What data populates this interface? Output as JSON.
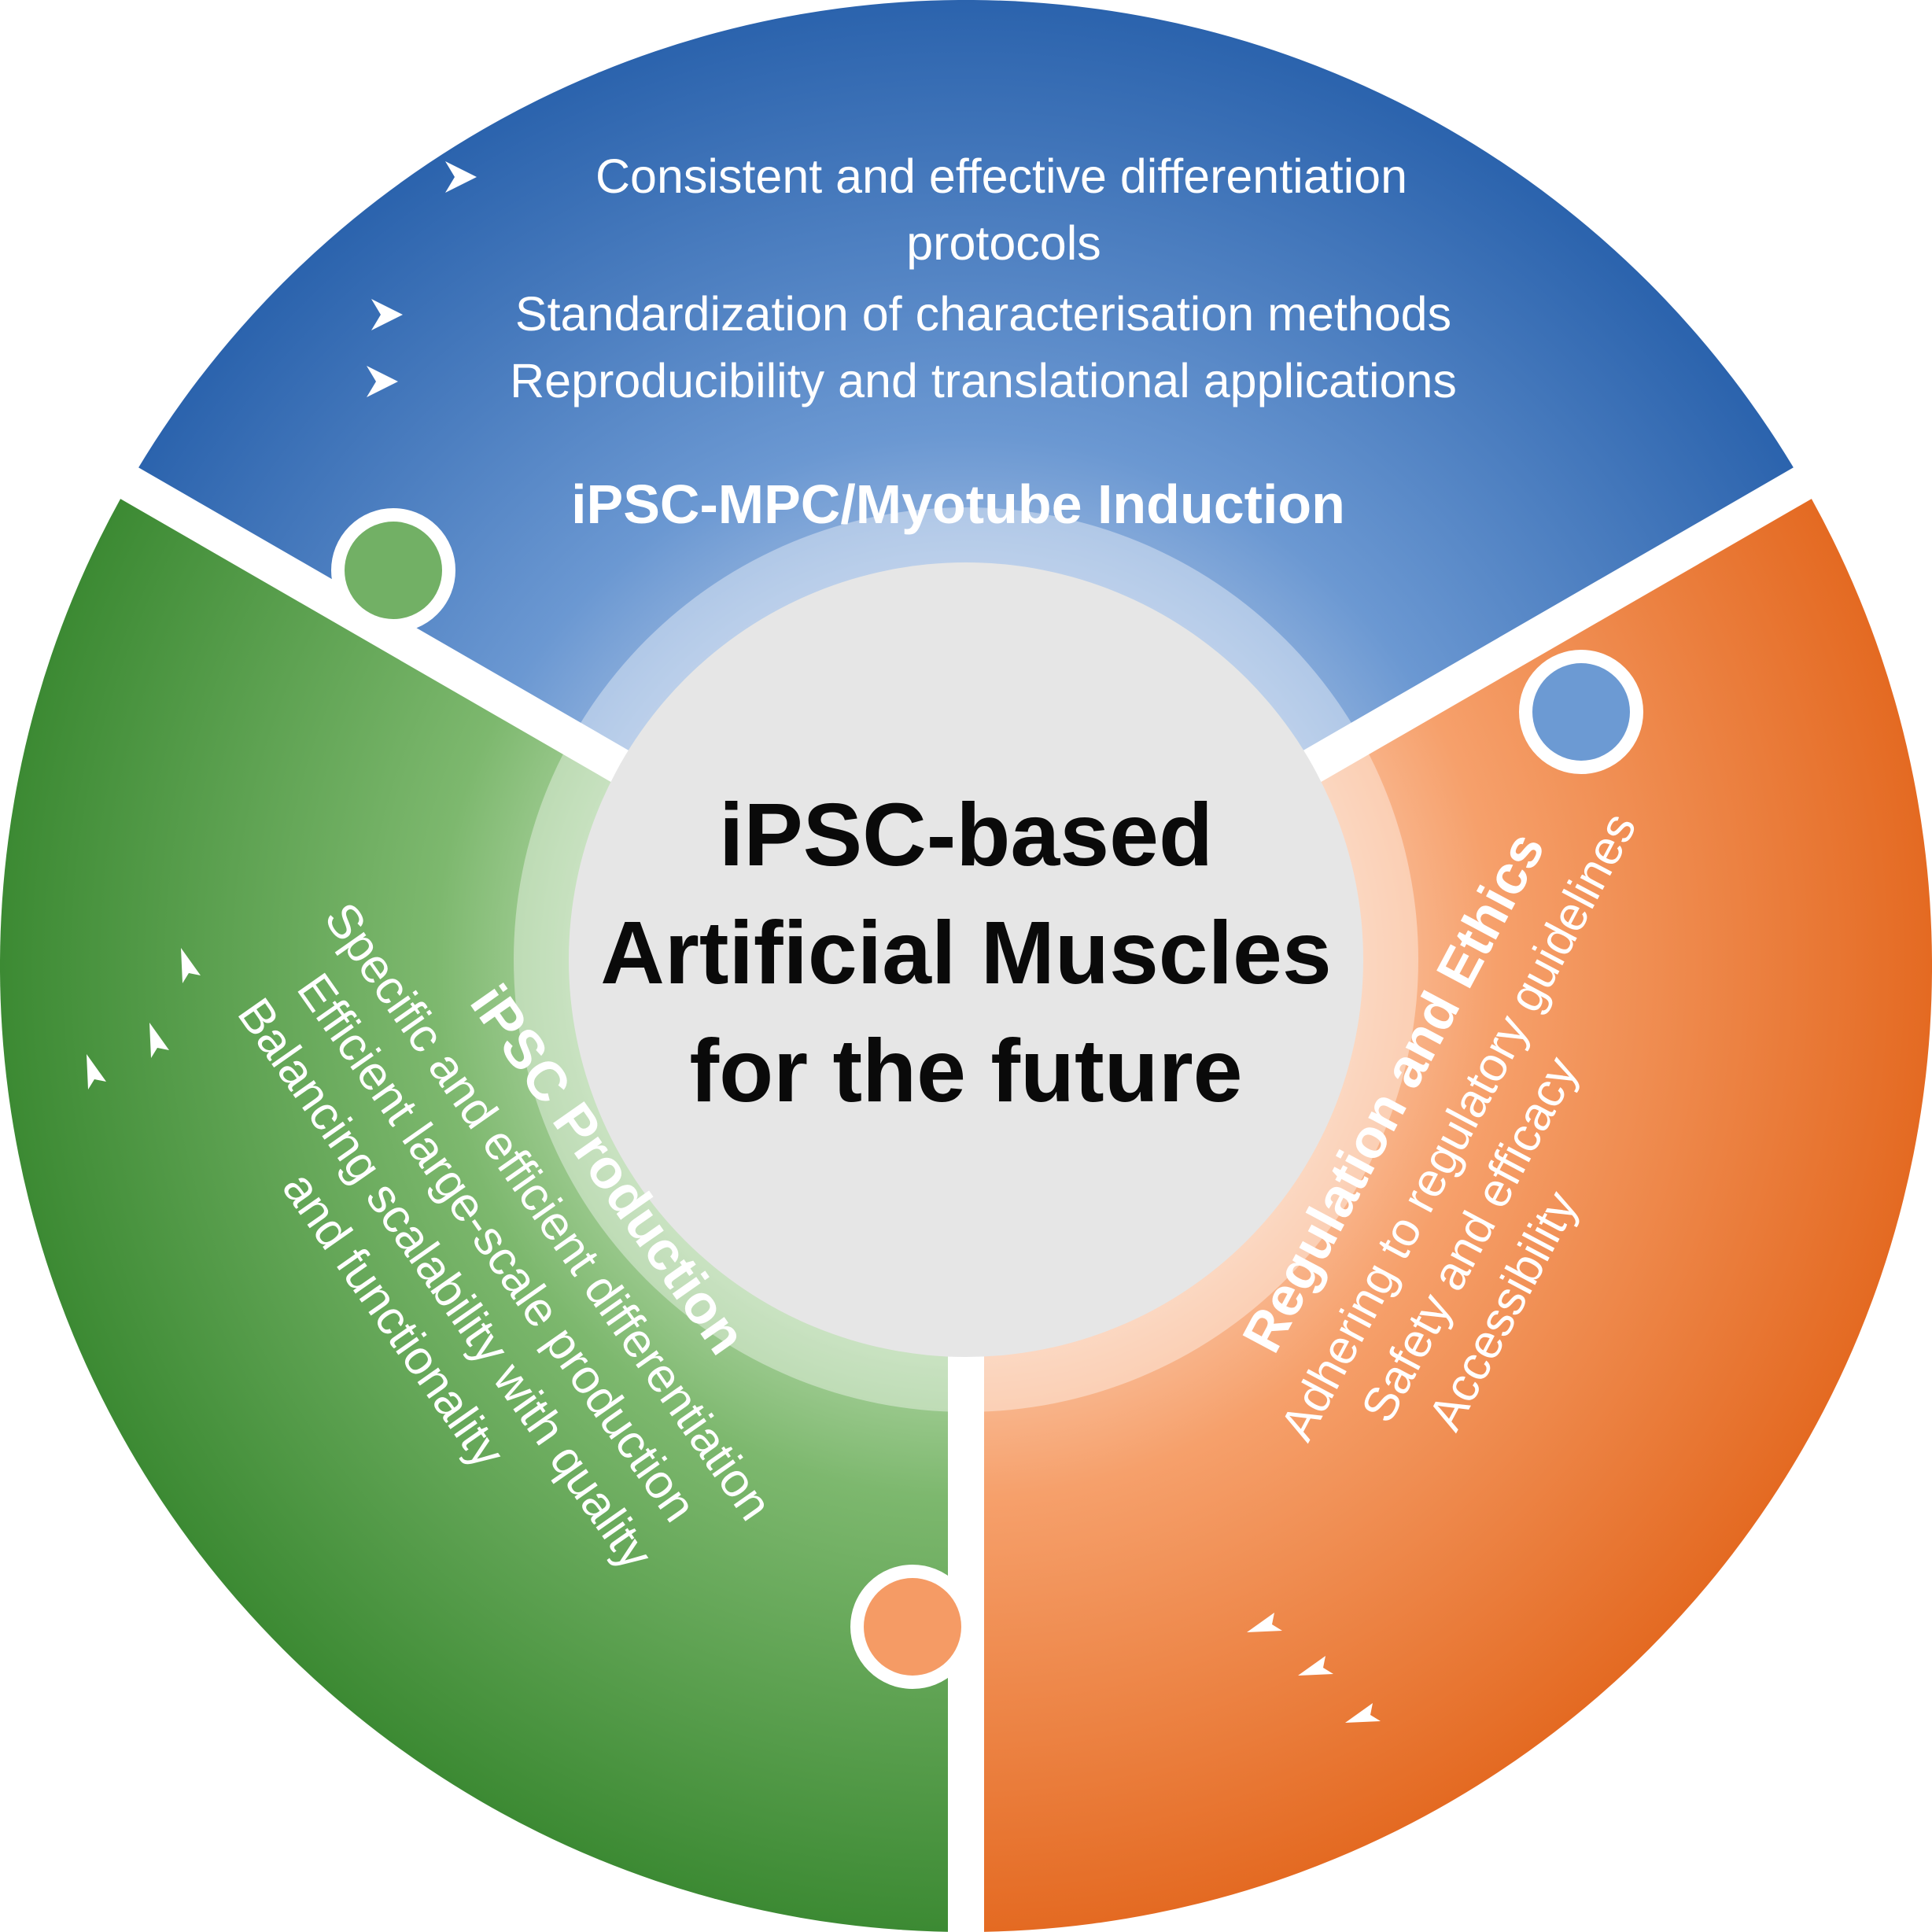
{
  "center": {
    "line1": "iPSC-based",
    "line2": "Artificial Muscles",
    "line3": "for the future"
  },
  "segments": {
    "top": {
      "title": "iPSC-MPC/Myotube Induction",
      "bullets": [
        "Consistent and effective differentiation",
        "protocols",
        "Standardization of characterisation methods",
        "Reproducibility and translational applications"
      ]
    },
    "left": {
      "title": "iPSC Production",
      "bullets": [
        "Specific and efficient differentiation",
        "Efficient large-scale production",
        "Balancing scalability with quality",
        "and functionality"
      ]
    },
    "right": {
      "title": "Regulation and Ethics",
      "bullets": [
        "Adhering to regulatory guidelines",
        "Safety and efficacy",
        "Accessibility"
      ]
    }
  },
  "colors": {
    "blue": "#3f77bd",
    "green": "#4f9a48",
    "orange": "#ee7a3a",
    "center_disc": "#e6e6e6",
    "text_dark": "#0a0a0a"
  },
  "icons": {
    "bullet": "arrowhead-bullet-icon"
  }
}
